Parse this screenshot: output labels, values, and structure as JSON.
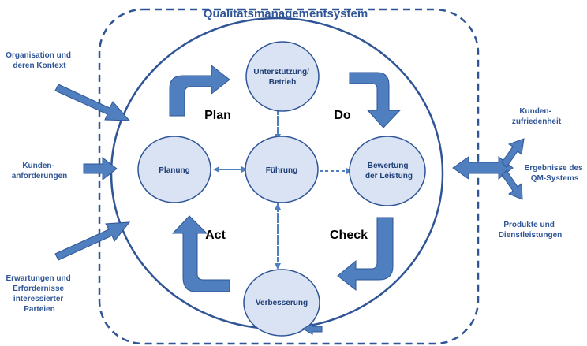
{
  "title": "Qualitätsmanagementsystem",
  "nodes": {
    "support": [
      "Unterstützung/",
      "Betrieb"
    ],
    "planning": [
      "Planung"
    ],
    "leadership": [
      "Führung"
    ],
    "evaluation": [
      "Bewertung",
      "der Leistung"
    ],
    "improvement": [
      "Verbesserung"
    ]
  },
  "phases": {
    "plan": "Plan",
    "do": "Do",
    "check": "Check",
    "act": "Act"
  },
  "inputs": {
    "context": [
      "Organisation und",
      "deren Kontext"
    ],
    "requirements": [
      "Kunden-",
      "anforderungen"
    ],
    "expectations": [
      "Erwartungen und",
      "Erfordernisse",
      "interessierter",
      "Parteien"
    ]
  },
  "outputs": {
    "satisfaction": [
      "Kunden-",
      "zufriedenheit"
    ],
    "results": [
      "Ergebnisse des",
      "QM-Systems"
    ],
    "products": [
      "Produkte und",
      "Dienstleistungen"
    ]
  },
  "colors": {
    "text_blue": "#2f5597",
    "arrow_fill": "#4f7fbe",
    "arrow_stroke": "#2f5597",
    "node_fill": "#dae3f3",
    "node_stroke": "#2f5597",
    "dash_arrow": "#4f7fbe"
  }
}
